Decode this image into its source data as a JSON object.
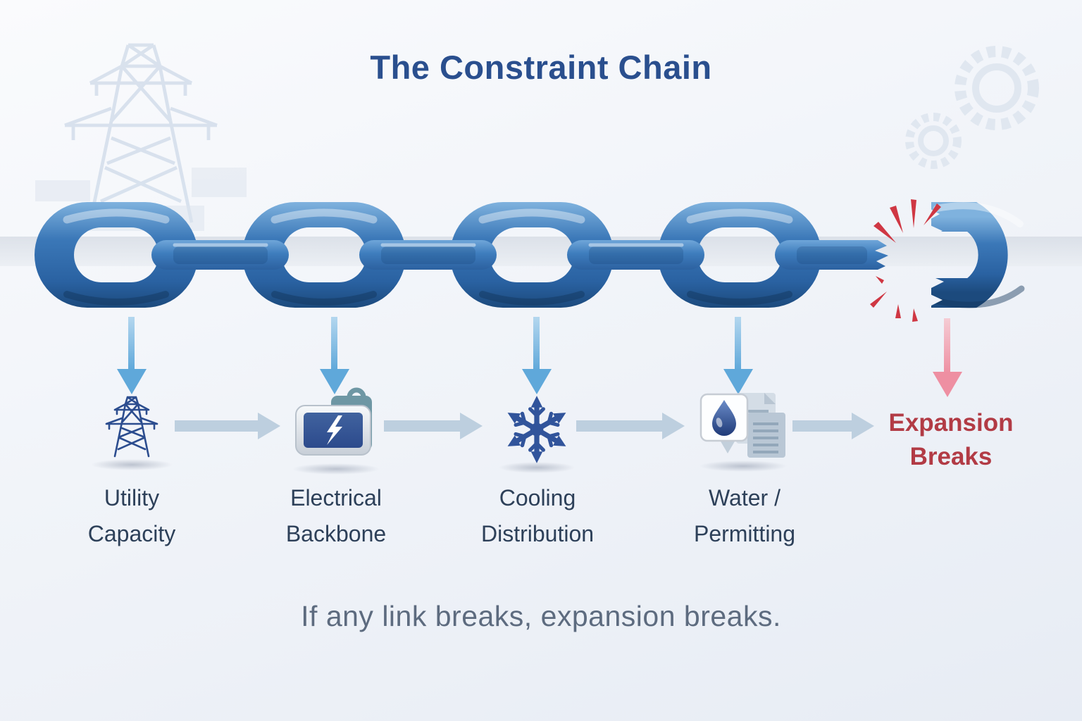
{
  "title": "The Constraint Chain",
  "caption": "If any link breaks, expansion breaks.",
  "chain": {
    "links": [
      {
        "label_line1": "Utility",
        "label_line2": "Capacity",
        "icon": "transmission-tower-icon"
      },
      {
        "label_line1": "Electrical",
        "label_line2": "Backbone",
        "icon": "electrical-panel-icon"
      },
      {
        "label_line1": "Cooling",
        "label_line2": "Distribution",
        "icon": "snowflake-icon"
      },
      {
        "label_line1": "Water /",
        "label_line2": "Permitting",
        "icon": "water-permit-icon"
      }
    ],
    "outcome": {
      "line1": "Expansion",
      "line2": "Breaks"
    }
  },
  "colors": {
    "title_blue": "#2a4f8e",
    "chain_blue": "#2f6cab",
    "chain_dark": "#1c4a7d",
    "label_slate": "#2d4059",
    "outcome_red": "#b23b45",
    "spark_red": "#cf3743",
    "arrow_blue": "#8ec4e8",
    "arrow_pink": "#ee93a4",
    "arrow_gray_blue": "#bdcfdf",
    "caption_gray": "#5d6b7f"
  }
}
